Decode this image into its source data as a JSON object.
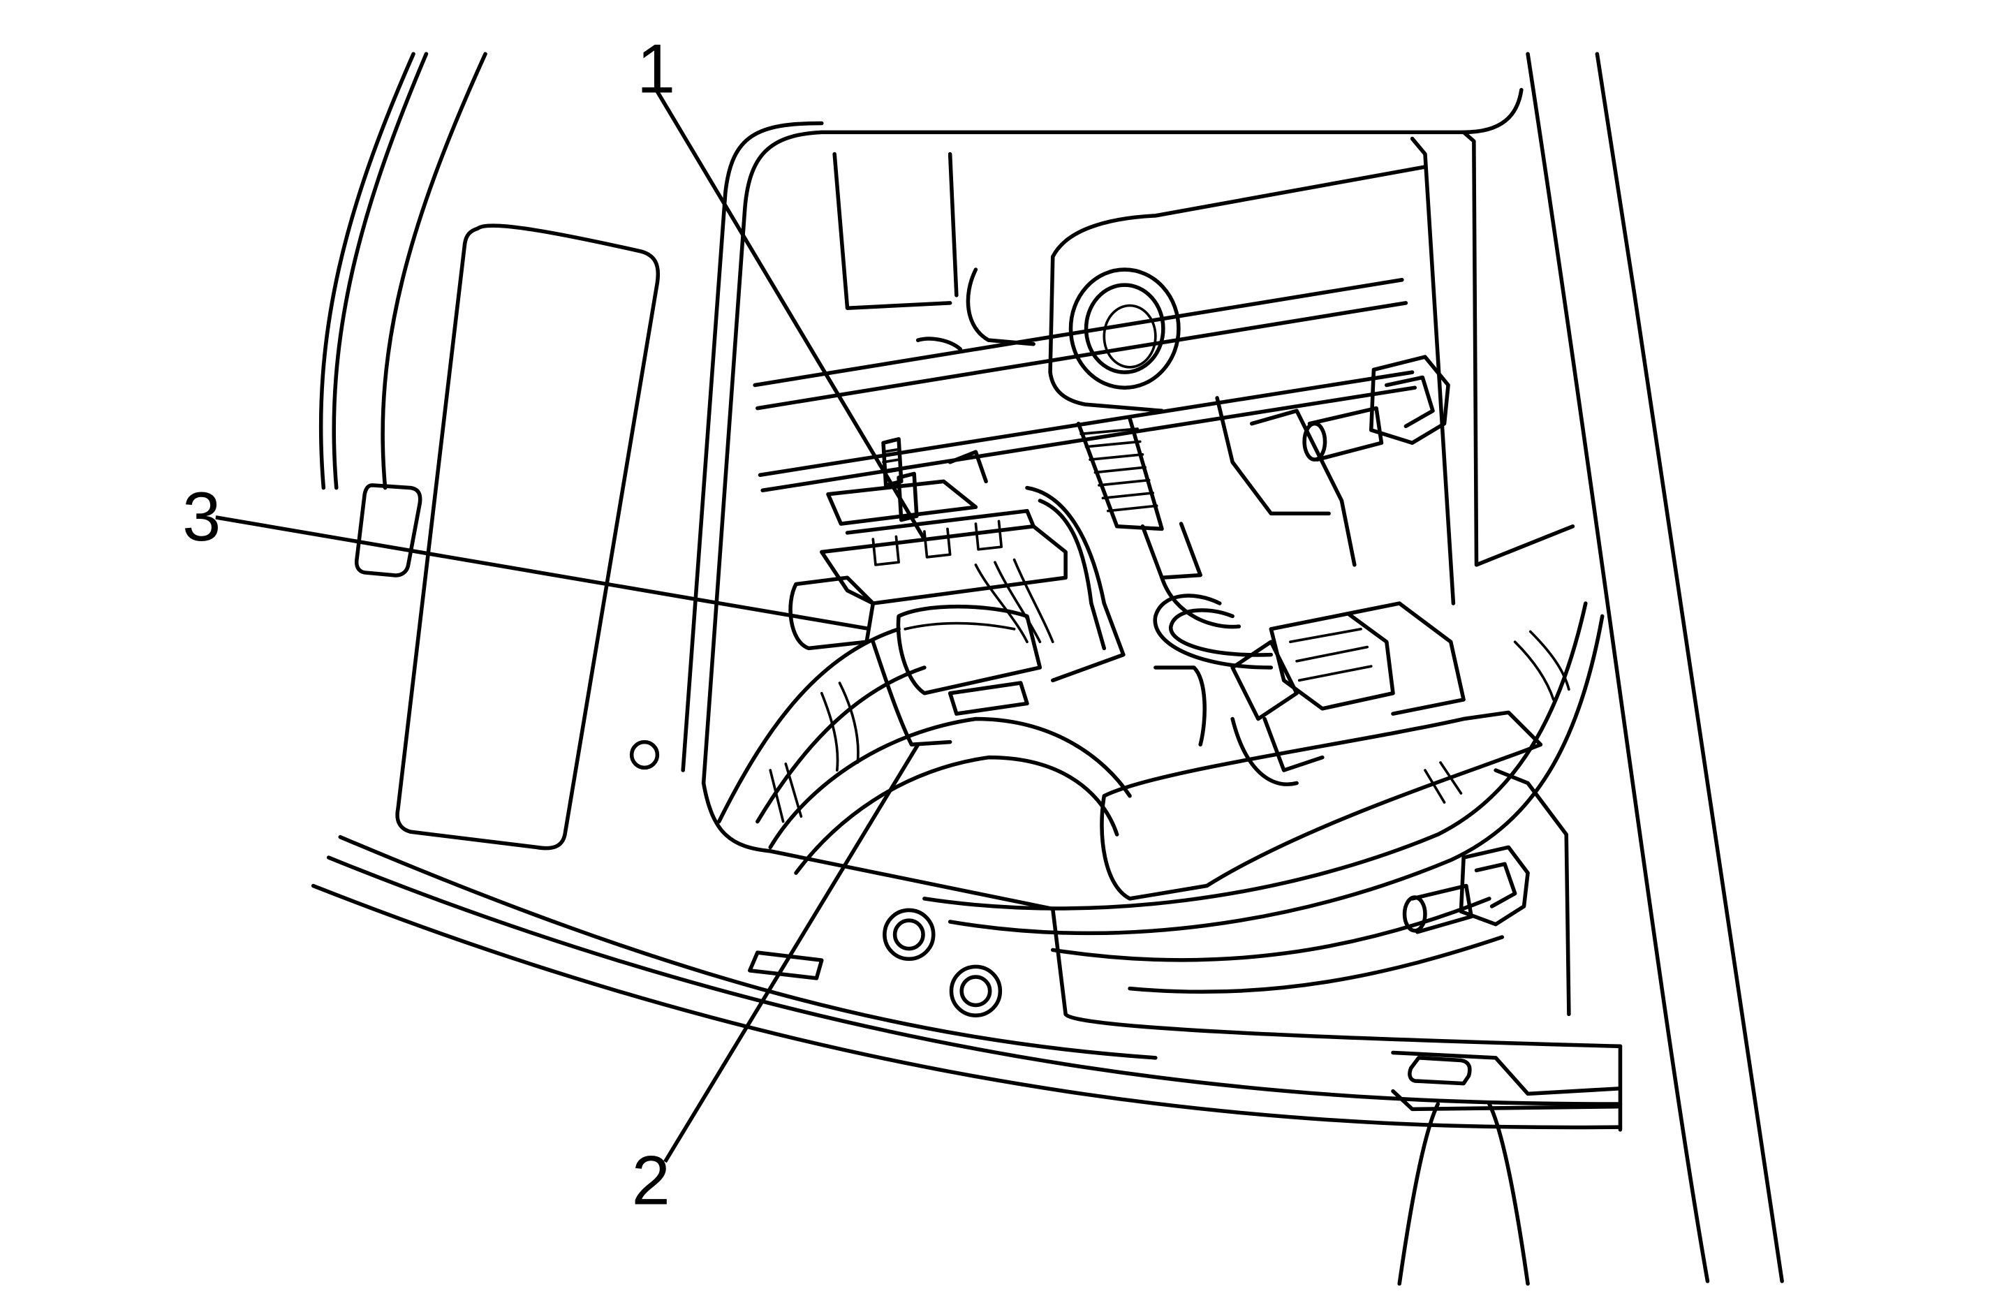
{
  "callouts": [
    {
      "label": "1"
    },
    {
      "label": "2"
    },
    {
      "label": "3"
    }
  ],
  "colors": {
    "background": "#ffffff",
    "line": "#000000"
  }
}
